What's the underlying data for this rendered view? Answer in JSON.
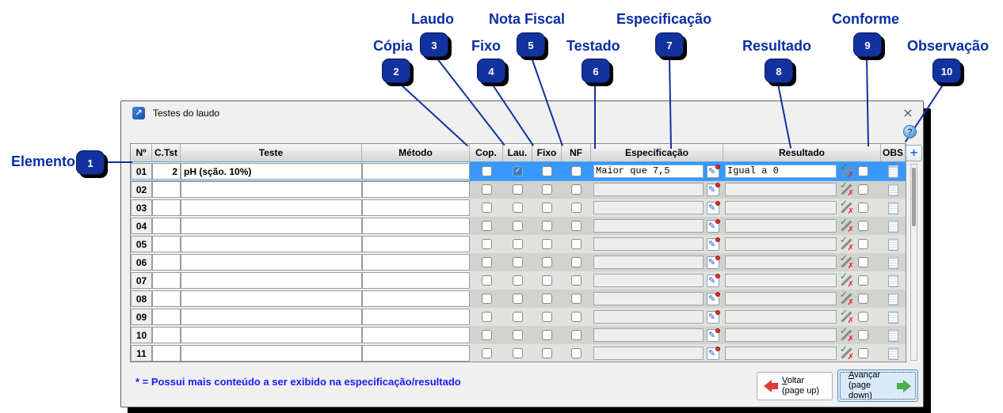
{
  "window": {
    "title": "Testes do laudo",
    "close_glyph": "×",
    "help_glyph": "?",
    "app_icon_glyph": "↗"
  },
  "callouts": [
    {
      "n": "1",
      "label": "Elemento"
    },
    {
      "n": "2",
      "label": "Cópia"
    },
    {
      "n": "3",
      "label": "Laudo"
    },
    {
      "n": "4",
      "label": "Fixo"
    },
    {
      "n": "5",
      "label": "Nota Fiscal"
    },
    {
      "n": "6",
      "label": "Testado"
    },
    {
      "n": "7",
      "label": "Especificação"
    },
    {
      "n": "8",
      "label": "Resultado"
    },
    {
      "n": "9",
      "label": "Conforme"
    },
    {
      "n": "10",
      "label": "Observação"
    }
  ],
  "table": {
    "headers": {
      "num": "Nº",
      "ctst": "C.Tst",
      "teste": "Teste",
      "metodo": "Método",
      "cop": "Cop.",
      "lau": "Lau.",
      "fixo": "Fixo",
      "nf": "NF",
      "espec": "Especificação",
      "result": "Resultado",
      "obs": "OBS"
    },
    "add_button_glyph": "+",
    "pencil_glyph": "✎",
    "check_glyph": "✓",
    "cross_glyph": "✗",
    "rows": [
      {
        "num": "01",
        "ctst": "2",
        "teste": "pH (sção. 10%)",
        "metodo": "",
        "cop": false,
        "lau": true,
        "fixo": false,
        "nf": false,
        "espec": "Maior que 7,5",
        "result": "Igual a 0",
        "selected": true
      },
      {
        "num": "02",
        "ctst": "",
        "teste": "",
        "metodo": "",
        "cop": false,
        "lau": false,
        "fixo": false,
        "nf": false,
        "espec": "",
        "result": "",
        "selected": false
      },
      {
        "num": "03",
        "ctst": "",
        "teste": "",
        "metodo": "",
        "cop": false,
        "lau": false,
        "fixo": false,
        "nf": false,
        "espec": "",
        "result": "",
        "selected": false
      },
      {
        "num": "04",
        "ctst": "",
        "teste": "",
        "metodo": "",
        "cop": false,
        "lau": false,
        "fixo": false,
        "nf": false,
        "espec": "",
        "result": "",
        "selected": false
      },
      {
        "num": "05",
        "ctst": "",
        "teste": "",
        "metodo": "",
        "cop": false,
        "lau": false,
        "fixo": false,
        "nf": false,
        "espec": "",
        "result": "",
        "selected": false
      },
      {
        "num": "06",
        "ctst": "",
        "teste": "",
        "metodo": "",
        "cop": false,
        "lau": false,
        "fixo": false,
        "nf": false,
        "espec": "",
        "result": "",
        "selected": false
      },
      {
        "num": "07",
        "ctst": "",
        "teste": "",
        "metodo": "",
        "cop": false,
        "lau": false,
        "fixo": false,
        "nf": false,
        "espec": "",
        "result": "",
        "selected": false
      },
      {
        "num": "08",
        "ctst": "",
        "teste": "",
        "metodo": "",
        "cop": false,
        "lau": false,
        "fixo": false,
        "nf": false,
        "espec": "",
        "result": "",
        "selected": false
      },
      {
        "num": "09",
        "ctst": "",
        "teste": "",
        "metodo": "",
        "cop": false,
        "lau": false,
        "fixo": false,
        "nf": false,
        "espec": "",
        "result": "",
        "selected": false
      },
      {
        "num": "10",
        "ctst": "",
        "teste": "",
        "metodo": "",
        "cop": false,
        "lau": false,
        "fixo": false,
        "nf": false,
        "espec": "",
        "result": "",
        "selected": false
      },
      {
        "num": "11",
        "ctst": "",
        "teste": "",
        "metodo": "",
        "cop": false,
        "lau": false,
        "fixo": false,
        "nf": false,
        "espec": "",
        "result": "",
        "selected": false
      }
    ]
  },
  "footer": {
    "note": "* = Possui mais conteúdo a ser exibido na especificação/resultado",
    "back": {
      "label": "Voltar",
      "sub": "(page up)"
    },
    "next": {
      "label": "Avançar",
      "sub": "(page down)"
    }
  },
  "colors": {
    "callout_blue": "#10329f",
    "selection_blue": "#3898fd",
    "note_blue": "#1a1aff",
    "checked_checkbox": "#3f7cb6",
    "conforme_green": "#1f9e1f",
    "conforme_red": "#e02020"
  }
}
